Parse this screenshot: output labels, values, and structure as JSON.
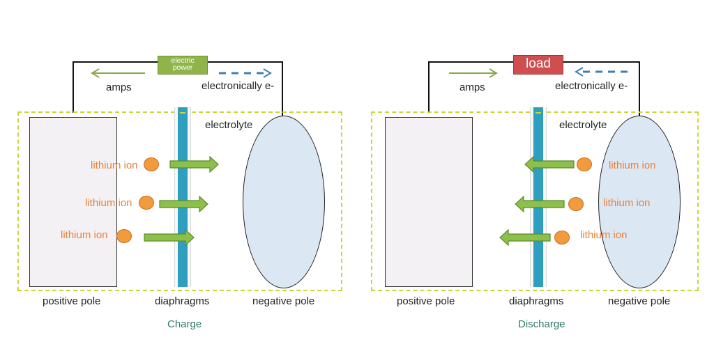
{
  "charge": {
    "title": "Charge",
    "source_label": "electric power",
    "source_label_lines": [
      "electric",
      "power"
    ],
    "current_label": "amps",
    "current_direction": "left",
    "electron_label": "electronically e-",
    "electron_direction": "right",
    "electrolyte_label": "electrolyte",
    "ions": [
      {
        "label": "lithium ion",
        "direction": "right"
      },
      {
        "label": "lithium ion",
        "direction": "right"
      },
      {
        "label": "lithium ion",
        "direction": "right"
      }
    ],
    "positive_label": "positive pole",
    "separator_label": "diaphragms",
    "negative_label": "negative pole"
  },
  "discharge": {
    "title": "Discharge",
    "source_label": "load",
    "current_label": "amps",
    "current_direction": "right",
    "electron_label": "electronically e-",
    "electron_direction": "left",
    "electrolyte_label": "electrolyte",
    "ions": [
      {
        "label": "lithium ion",
        "direction": "left"
      },
      {
        "label": "lithium ion",
        "direction": "left"
      },
      {
        "label": "lithium ion",
        "direction": "left"
      }
    ],
    "positive_label": "positive pole",
    "separator_label": "diaphragms",
    "negative_label": "negative pole"
  },
  "colors": {
    "wire": "#111111",
    "power_box": "#8fb54a",
    "load_box": "#cf4f50",
    "ion": "#f29a3e",
    "ion_text": "#e8823a",
    "ion_arrow": "#8cc04b",
    "separator": "#2e9fbf",
    "negative_pole": "#dbe7f3",
    "positive_pole": "#f3f1f4",
    "electrolyte_border": "#c8d63a",
    "title": "#2c7a6a",
    "electron_arrow": "#3f7fb0",
    "current_arrow": "#8aa84a"
  }
}
